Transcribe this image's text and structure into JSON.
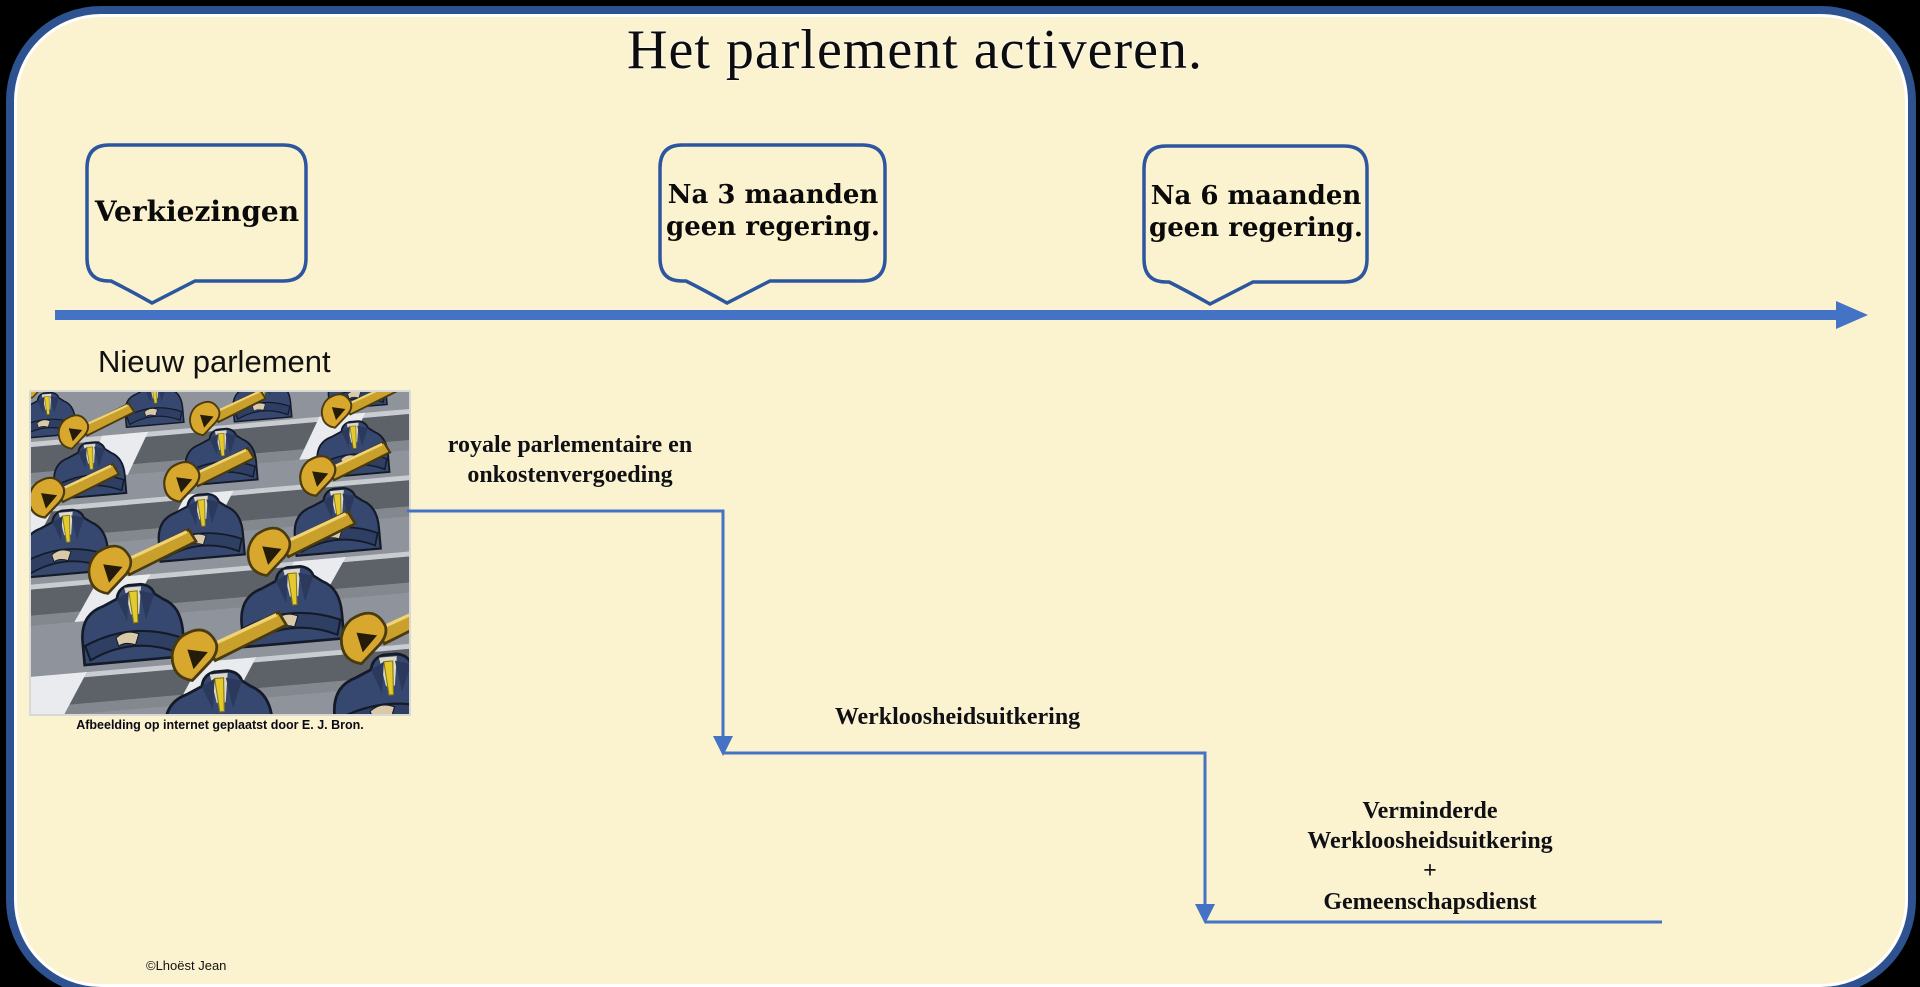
{
  "frame": {
    "title": "Het parlement activeren."
  },
  "callouts": [
    {
      "id": "verkiezingen",
      "label": "Verkiezingen"
    },
    {
      "id": "na-3-maanden",
      "label": "Na 3 maanden\ngeen regering."
    },
    {
      "id": "na-6-maanden",
      "label": "Na 6 maanden\ngeen regering."
    }
  ],
  "timeline": {
    "start_label": "Nieuw parlement"
  },
  "cartoon": {
    "caption": "Afbeelding op internet geplaatst door E. J. Bron.",
    "description": "rows of parliament members in blue suits with brass horn heads"
  },
  "stages": [
    {
      "label": "royale parlementaire en\nonkostenvergoeding"
    },
    {
      "label": "Werkloosheidsuitkering"
    },
    {
      "label": "Verminderde\nWerkloosheidsuitkering\n+\nGemeenschapsdienst"
    }
  ],
  "footer": {
    "credit": "©Lhoëst Jean"
  },
  "colors": {
    "background": "#000000",
    "panel_fill": "#fbf2cf",
    "panel_border": "#2e5290",
    "callout_border": "#2d56a0",
    "arrow_blue": "#4472c4",
    "text": "#111111"
  }
}
